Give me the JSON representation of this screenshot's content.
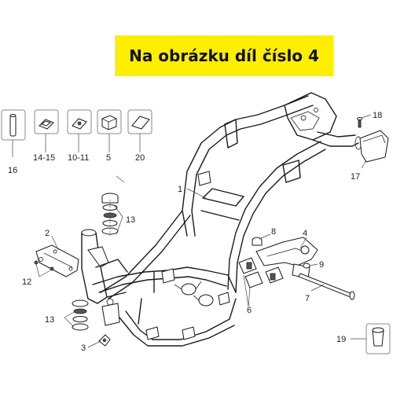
{
  "banner": {
    "text": "Na obrázku díl číslo 4"
  },
  "colors": {
    "banner_bg": "#ffee00",
    "banner_text": "#111111",
    "line": "#1a1a1a"
  },
  "labels": {
    "p1": "1",
    "p2": "2",
    "p3": "3",
    "p4": "4",
    "p5": "5",
    "p6": "6",
    "p7": "7",
    "p8": "8",
    "p9": "9",
    "p10_11": "10-11",
    "p12": "12",
    "p13_top": "13",
    "p13_bottom": "13",
    "p14_15": "14-15",
    "p16": "16",
    "p17": "17",
    "p18": "18",
    "p19": "19",
    "p20": "20"
  }
}
